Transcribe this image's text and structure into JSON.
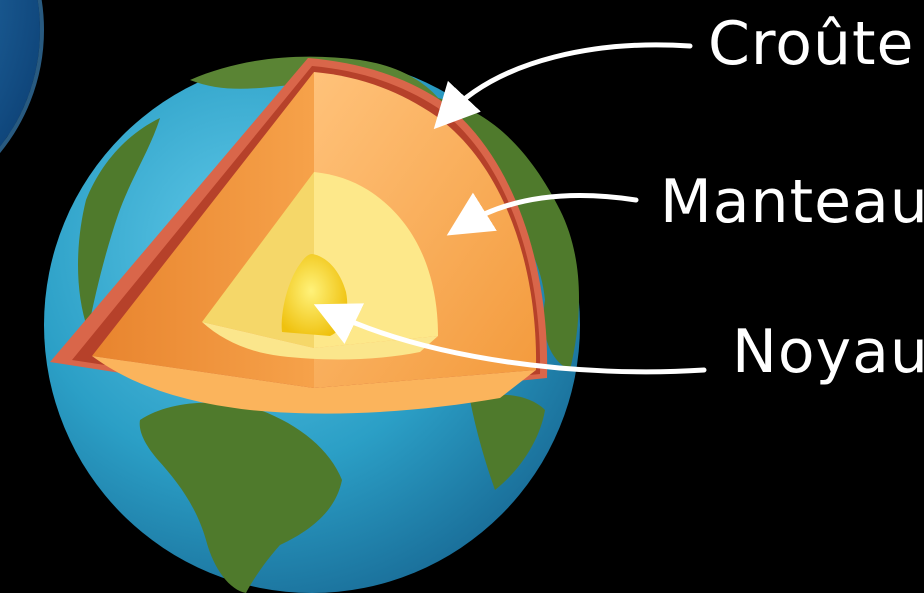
{
  "diagram": {
    "labels": {
      "crust": "Croûte",
      "mantle": "Manteau",
      "core": "Noyau"
    },
    "colors": {
      "background": "#000000",
      "ocean": "#2b9fc6",
      "land": "#4f7a2c",
      "crust_layer": "#d9664a",
      "mantle_outer": "#f7a548",
      "mantle_inner": "#ffbe66",
      "outer_core": "#fde98f",
      "inner_core": "#f7d21a",
      "label_text": "#ffffff"
    }
  }
}
